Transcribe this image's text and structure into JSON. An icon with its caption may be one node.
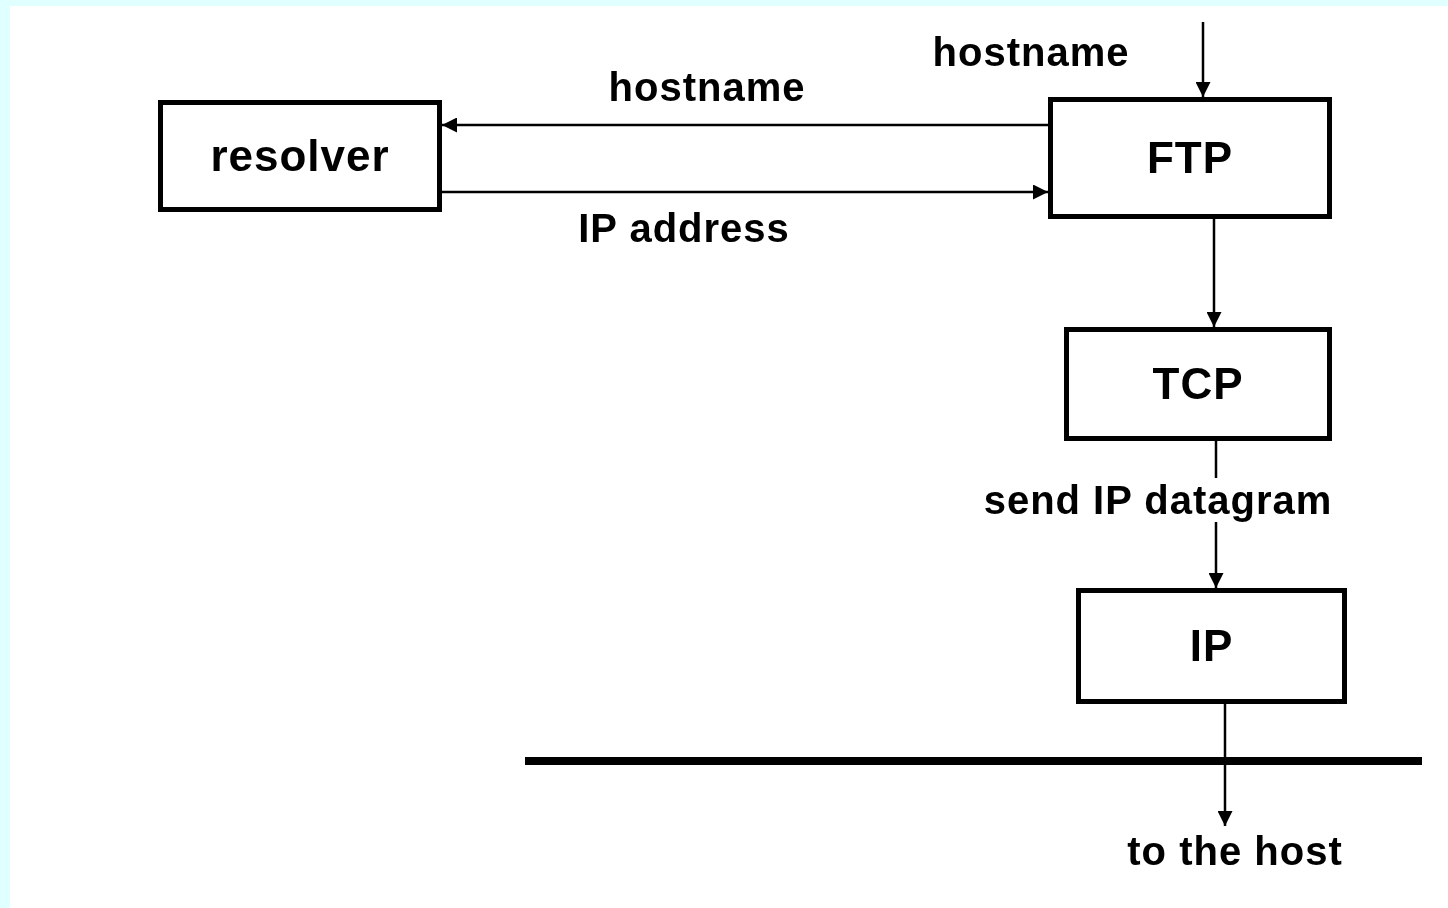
{
  "diagram": {
    "nodes": [
      {
        "text": [
          "resolver"
        ]
      },
      {
        "text": [
          "FTP"
        ]
      },
      {
        "text": [
          "TCP"
        ]
      },
      {
        "text": [
          "IP"
        ]
      },
      {
        "text": [
          "to the host"
        ]
      }
    ],
    "edges": [
      {
        "from": 1,
        "to": 0,
        "arrow": "to",
        "label": "hostname"
      },
      {
        "from": 0,
        "to": 1,
        "arrow": "to",
        "label": "IP address"
      },
      {
        "from": null,
        "to": 1,
        "arrow": "to",
        "label": "hostname"
      },
      {
        "from": 1,
        "to": 2,
        "arrow": "to"
      },
      {
        "from": 2,
        "to": 3,
        "arrow": "to",
        "label": "send IP datagram"
      },
      {
        "from": 3,
        "to": 4,
        "arrow": "to"
      }
    ]
  }
}
